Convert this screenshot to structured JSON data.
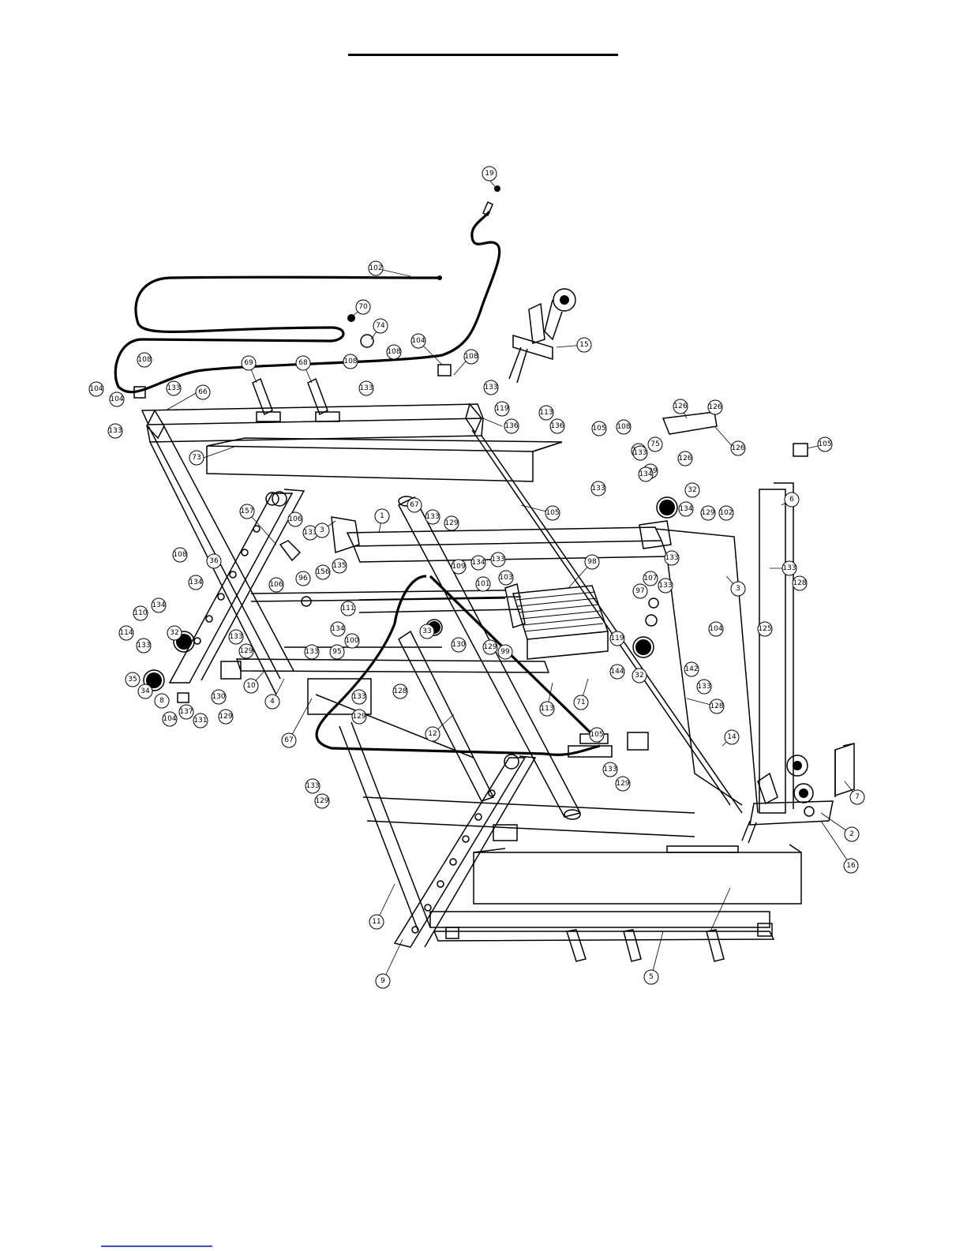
{
  "callouts": [
    {
      "id": "c19",
      "label": "19"
    },
    {
      "id": "c102a",
      "label": "102"
    },
    {
      "id": "c70",
      "label": "70"
    },
    {
      "id": "c74",
      "label": "74"
    },
    {
      "id": "c15",
      "label": "15"
    },
    {
      "id": "c104a",
      "label": "104"
    },
    {
      "id": "c108a",
      "label": "108"
    },
    {
      "id": "c108b",
      "label": "108"
    },
    {
      "id": "c108c",
      "label": "108"
    },
    {
      "id": "c133a",
      "label": "133"
    },
    {
      "id": "c133b",
      "label": "133"
    },
    {
      "id": "c69",
      "label": "69"
    },
    {
      "id": "c68",
      "label": "68"
    },
    {
      "id": "c108d",
      "label": "108"
    },
    {
      "id": "c104b",
      "label": "104"
    },
    {
      "id": "c104c",
      "label": "104"
    },
    {
      "id": "c133c",
      "label": "133"
    },
    {
      "id": "c66",
      "label": "66"
    },
    {
      "id": "c133d",
      "label": "133"
    },
    {
      "id": "c119",
      "label": "119"
    },
    {
      "id": "c136a",
      "label": "136"
    },
    {
      "id": "c113a",
      "label": "113"
    },
    {
      "id": "c136b",
      "label": "136"
    },
    {
      "id": "c73",
      "label": "73"
    },
    {
      "id": "c126a",
      "label": "126"
    },
    {
      "id": "c126b",
      "label": "126"
    },
    {
      "id": "c75",
      "label": "75"
    },
    {
      "id": "c126c",
      "label": "126"
    },
    {
      "id": "c126d",
      "label": "126"
    },
    {
      "id": "c105a",
      "label": "105"
    },
    {
      "id": "c105b",
      "label": "105"
    },
    {
      "id": "c108e",
      "label": "108"
    },
    {
      "id": "c108f",
      "label": "108"
    },
    {
      "id": "c133e",
      "label": "133"
    },
    {
      "id": "c133f",
      "label": "133"
    },
    {
      "id": "c109a",
      "label": "109"
    },
    {
      "id": "c134a",
      "label": "134"
    },
    {
      "id": "c32a",
      "label": "32"
    },
    {
      "id": "c6",
      "label": "6"
    },
    {
      "id": "c67a",
      "label": "67"
    },
    {
      "id": "c133g",
      "label": "133"
    },
    {
      "id": "c129a",
      "label": "129"
    },
    {
      "id": "c105c",
      "label": "105"
    },
    {
      "id": "c134b",
      "label": "134"
    },
    {
      "id": "c129b",
      "label": "129"
    },
    {
      "id": "c102b",
      "label": "102"
    },
    {
      "id": "c1",
      "label": "1"
    },
    {
      "id": "c157",
      "label": "157"
    },
    {
      "id": "c106a",
      "label": "106"
    },
    {
      "id": "c133h",
      "label": "133"
    },
    {
      "id": "c3a",
      "label": "3"
    },
    {
      "id": "c133i",
      "label": "133"
    },
    {
      "id": "c3b",
      "label": "3"
    },
    {
      "id": "c133j",
      "label": "133"
    },
    {
      "id": "c128a",
      "label": "128"
    },
    {
      "id": "c125",
      "label": "125"
    },
    {
      "id": "c108g",
      "label": "108"
    },
    {
      "id": "c134c",
      "label": "134"
    },
    {
      "id": "c36a",
      "label": "36"
    },
    {
      "id": "c156",
      "label": "156"
    },
    {
      "id": "c135",
      "label": "135"
    },
    {
      "id": "c96",
      "label": "96"
    },
    {
      "id": "c106b",
      "label": "106"
    },
    {
      "id": "c109b",
      "label": "109"
    },
    {
      "id": "c134d",
      "label": "134"
    },
    {
      "id": "c133k",
      "label": "133"
    },
    {
      "id": "c103",
      "label": "103"
    },
    {
      "id": "c101",
      "label": "101"
    },
    {
      "id": "c98",
      "label": "98"
    },
    {
      "id": "c97",
      "label": "97"
    },
    {
      "id": "c107",
      "label": "107"
    },
    {
      "id": "c133l",
      "label": "133"
    },
    {
      "id": "c104d",
      "label": "104"
    },
    {
      "id": "c110",
      "label": "110"
    },
    {
      "id": "c134e",
      "label": "134"
    },
    {
      "id": "c32b",
      "label": "32"
    },
    {
      "id": "c114",
      "label": "114"
    },
    {
      "id": "c133m",
      "label": "133"
    },
    {
      "id": "c111",
      "label": "111"
    },
    {
      "id": "c134f",
      "label": "134"
    },
    {
      "id": "c133n",
      "label": "133"
    },
    {
      "id": "c129c",
      "label": "129"
    },
    {
      "id": "c100",
      "label": "100"
    },
    {
      "id": "c95",
      "label": "95"
    },
    {
      "id": "c133o",
      "label": "133"
    },
    {
      "id": "c33",
      "label": "33"
    },
    {
      "id": "c99",
      "label": "99"
    },
    {
      "id": "c130",
      "label": "130"
    },
    {
      "id": "c129d",
      "label": "129"
    },
    {
      "id": "c119b",
      "label": "119"
    },
    {
      "id": "c144",
      "label": "144"
    },
    {
      "id": "c32c",
      "label": "32"
    },
    {
      "id": "c142",
      "label": "142"
    },
    {
      "id": "c35",
      "label": "35"
    },
    {
      "id": "c34",
      "label": "34"
    },
    {
      "id": "c8",
      "label": "8"
    },
    {
      "id": "c104e",
      "label": "104"
    },
    {
      "id": "c137",
      "label": "137"
    },
    {
      "id": "c131",
      "label": "131"
    },
    {
      "id": "c129e",
      "label": "129"
    },
    {
      "id": "c130b",
      "label": "130"
    },
    {
      "id": "c10",
      "label": "10"
    },
    {
      "id": "c4",
      "label": "4"
    },
    {
      "id": "c133p",
      "label": "133"
    },
    {
      "id": "c129f",
      "label": "129"
    },
    {
      "id": "c128b",
      "label": "128"
    },
    {
      "id": "c113b",
      "label": "113"
    },
    {
      "id": "c71",
      "label": "71"
    },
    {
      "id": "c133q",
      "label": "133"
    },
    {
      "id": "c128c",
      "label": "128"
    },
    {
      "id": "c67b",
      "label": "67"
    },
    {
      "id": "c12",
      "label": "12"
    },
    {
      "id": "c105d",
      "label": "105"
    },
    {
      "id": "c133r",
      "label": "133"
    },
    {
      "id": "c129g",
      "label": "129"
    },
    {
      "id": "c14",
      "label": "14"
    },
    {
      "id": "c133s",
      "label": "133"
    },
    {
      "id": "c129h",
      "label": "129"
    },
    {
      "id": "c7",
      "label": "7"
    },
    {
      "id": "c2",
      "label": "2"
    },
    {
      "id": "c16",
      "label": "16"
    },
    {
      "id": "c11",
      "label": "11"
    },
    {
      "id": "c9",
      "label": "9"
    },
    {
      "id": "c5",
      "label": "5"
    }
  ]
}
